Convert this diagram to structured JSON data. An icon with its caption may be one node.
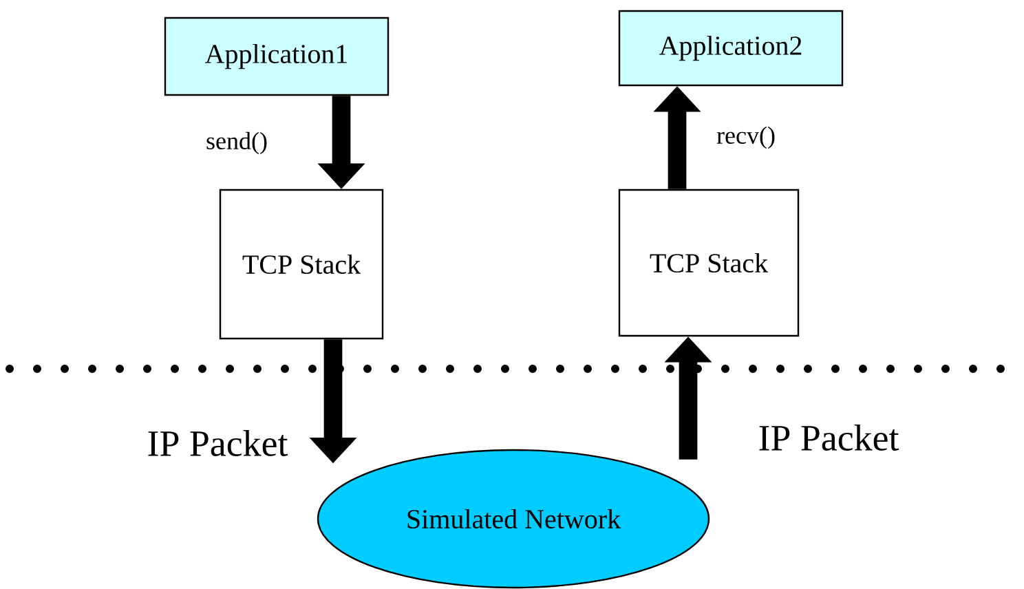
{
  "diagram": {
    "nodes": [
      {
        "text": [
          "Application1"
        ]
      },
      {
        "text": [
          "Application2"
        ]
      },
      {
        "text": [
          "TCP Stack"
        ]
      },
      {
        "text": [
          "TCP Stack"
        ]
      },
      {
        "text": [
          "Simulated Network"
        ]
      }
    ],
    "edges": [
      {
        "from": 0,
        "to": 2,
        "arrow": "to",
        "label": "send()"
      },
      {
        "from": 3,
        "to": 1,
        "arrow": "to",
        "label": "recv()"
      },
      {
        "from": 2,
        "to": 4,
        "arrow": "to",
        "label": "IP Packet"
      },
      {
        "from": 4,
        "to": 3,
        "arrow": "to",
        "label": "IP Packet"
      }
    ]
  }
}
